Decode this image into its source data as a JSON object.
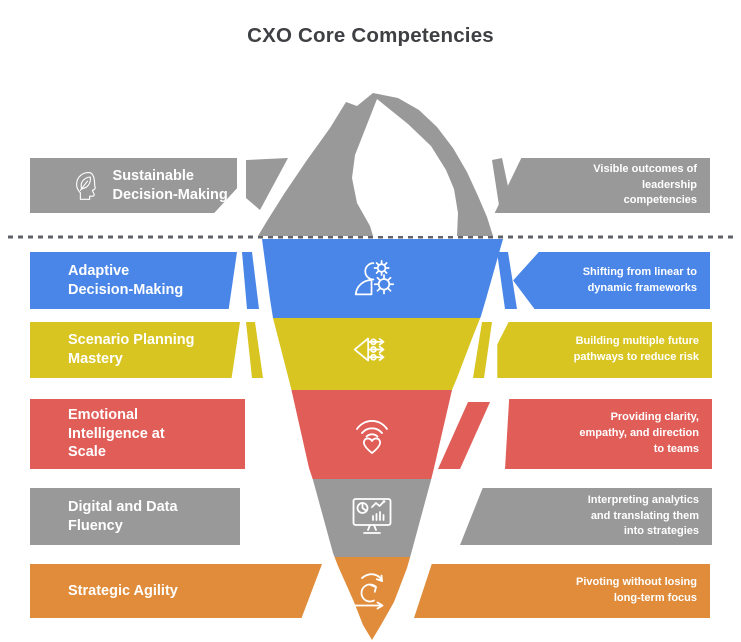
{
  "title": "CXO Core Competencies",
  "colors": {
    "gray": "#999999",
    "blue": "#4a86e8",
    "yellow": "#d9c521",
    "red": "#e05d58",
    "orange": "#e08c3a",
    "title_text": "#3f4043",
    "waterline": "#5f6368",
    "iceberg_above_water": "#999999",
    "iceberg_highlight": "#ffffff"
  },
  "rows": [
    {
      "label": "Sustainable Decision-Making",
      "description": "Visible outcomes of leadership competencies",
      "color": "#999999",
      "icon": "head-leaf-icon"
    },
    {
      "label": "Adaptive Decision-Making",
      "description": "Shifting from linear to dynamic frameworks",
      "color": "#4a86e8",
      "icon": "person-gears-icon"
    },
    {
      "label": "Scenario Planning Mastery",
      "description": "Building multiple future pathways to reduce risk",
      "color": "#d9c521",
      "icon": "branching-pathways-icon"
    },
    {
      "label": "Emotional Intelligence at Scale",
      "description": "Providing clarity, empathy, and direction to teams",
      "color": "#e05d58",
      "icon": "signal-heart-icon"
    },
    {
      "label": "Digital and Data Fluency",
      "description": "Interpreting analytics and translating them into strategies",
      "color": "#999999",
      "icon": "analytics-monitor-icon"
    },
    {
      "label": "Strategic Agility",
      "description": "Pivoting without losing long-term focus",
      "color": "#e08c3a",
      "icon": "agility-loop-icon"
    }
  ]
}
